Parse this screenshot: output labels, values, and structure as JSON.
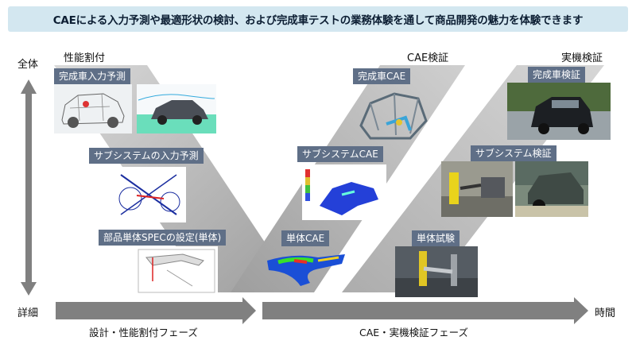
{
  "banner": "CAEによる入力予測や最適形状の検討、および完成車テストの業務体験を通して商品開発の魅力を体験できます",
  "axis": {
    "top": "全体",
    "bottom": "詳細",
    "time": "時間"
  },
  "headers": {
    "perf": "性能割付",
    "cae": "CAE検証",
    "real": "実機検証"
  },
  "labels": {
    "vehicle_input": "完成車入力予測",
    "subsystem_input": "サブシステムの入力予測",
    "part_spec": "部品単体SPECの設定(単体)",
    "vehicle_cae": "完成車CAE",
    "subsystem_cae": "サブシステムCAE",
    "unit_cae": "単体CAE",
    "vehicle_test": "完成車検証",
    "subsystem_test": "サブシステム検証",
    "unit_test": "単体試験"
  },
  "phases": {
    "design": "設計・性能割付フェーズ",
    "verify": "CAE・実機検証フェーズ"
  },
  "colors": {
    "banner": "#d3e7f0",
    "label": "#5f6f87",
    "band": "#a9a9a9",
    "arrow": "#808080"
  }
}
